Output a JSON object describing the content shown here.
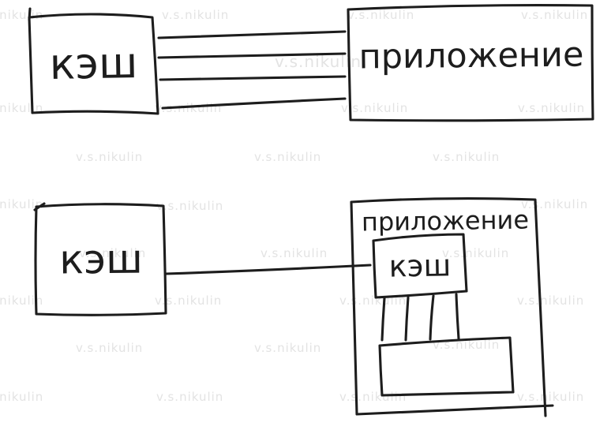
{
  "top_row": {
    "cache_box": {
      "label": "кэш"
    },
    "app_box": {
      "label": "приложение"
    },
    "connection_lines": 4
  },
  "bottom_row": {
    "cache_box": {
      "label": "кэш"
    },
    "connection_lines": 1,
    "app_box": {
      "label": "приложение",
      "inner_cache_box": {
        "label": "кэш"
      },
      "inner_connection_lines": 4,
      "inner_storage_box": {
        "label": ""
      }
    }
  },
  "watermark": {
    "text": "v.s.nikulin"
  },
  "colors": {
    "ink": "#1d1d1d",
    "background": "#ffffff",
    "watermark": "#e3e3e3"
  }
}
